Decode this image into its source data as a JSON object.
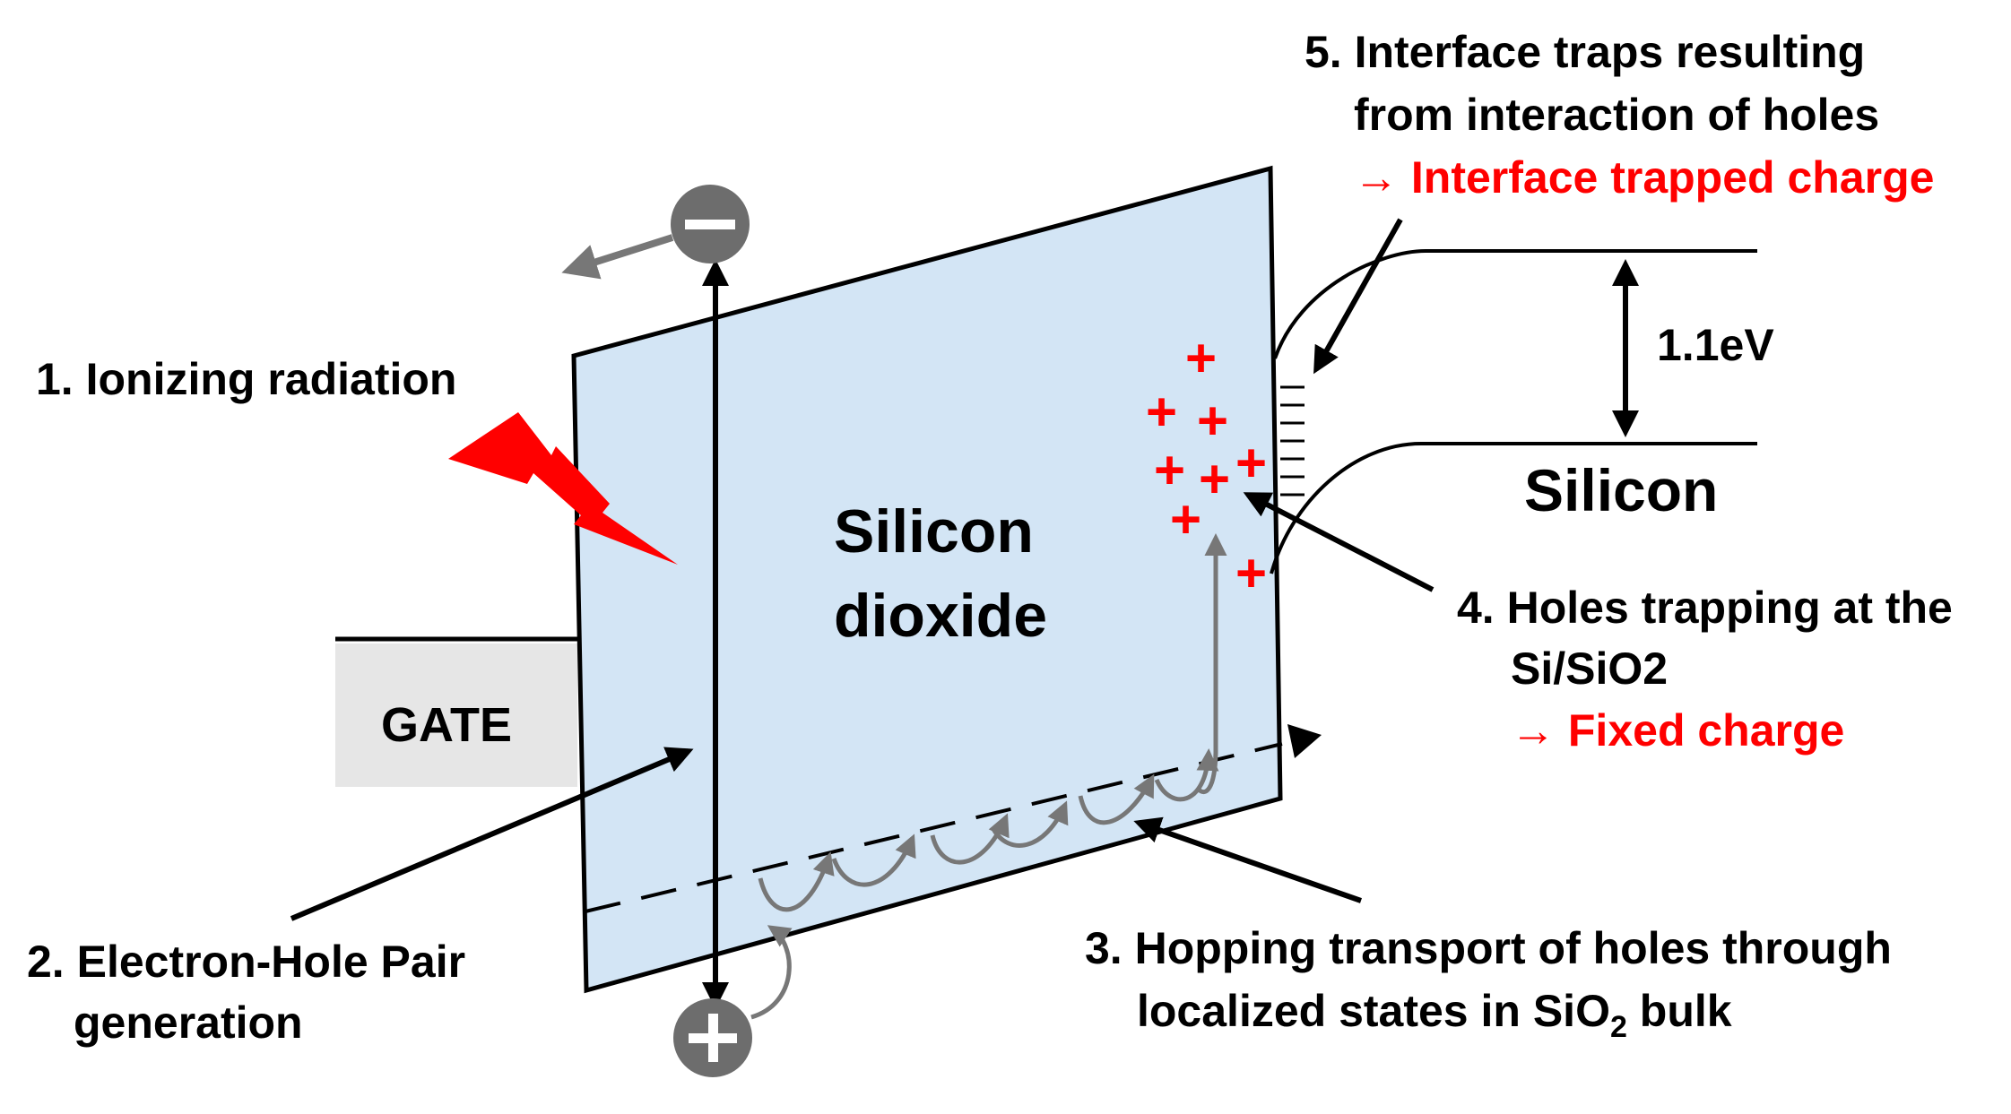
{
  "colors": {
    "oxide_fill": "#d3e5f5",
    "gate_fill": "#e6e6e6",
    "accent_red": "#ff0000",
    "carrier_gray": "#6d6d6d",
    "arrow_gray": "#777777",
    "line_black": "#000000"
  },
  "labels": {
    "gate": "GATE",
    "oxide_line1": "Silicon",
    "oxide_line2": "dioxide",
    "silicon": "Silicon",
    "bandgap": "1.1eV"
  },
  "steps": {
    "s1": {
      "line1": "1. Ionizing radiation"
    },
    "s2": {
      "line1": "2. Electron-Hole Pair",
      "line2": "generation"
    },
    "s3": {
      "line1": "3. Hopping transport of holes through",
      "line2_pre": "localized states in SiO",
      "line2_sub": "2",
      "line2_post": " bulk"
    },
    "s4": {
      "line1": "4. Holes trapping at the",
      "line2": "Si/SiO2",
      "result": "→ Fixed charge"
    },
    "s5": {
      "line1": "5. Interface traps resulting",
      "line2": "from interaction of holes",
      "result": "→ Interface trapped charge"
    }
  },
  "carriers": {
    "electron_symbol": "minus-circle-icon",
    "hole_symbol": "plus-circle-icon",
    "trapped_hole_glyph": "+"
  },
  "icons": {
    "radiation": "lightning-bolt-icon"
  }
}
